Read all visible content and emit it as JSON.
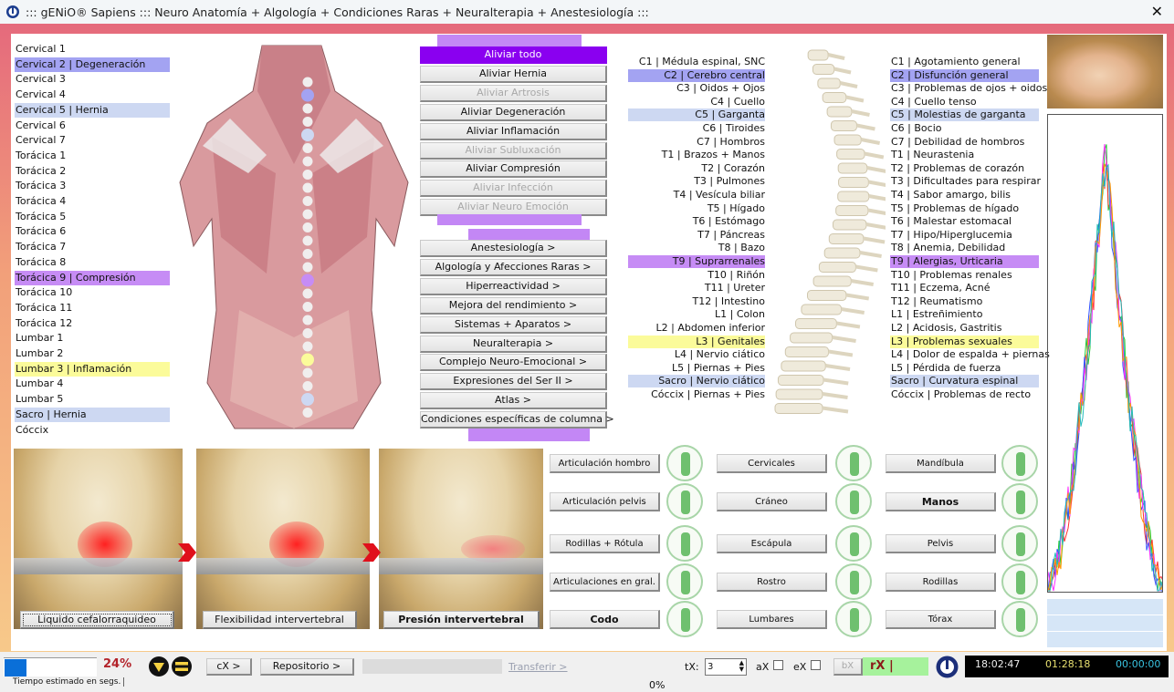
{
  "window": {
    "title": "::: gENiO® Sapiens ::: Neuro Anatomía + Algología + Condiciones Raras + Neuralterapia + Anestesiología :::",
    "close": "✕"
  },
  "colors": {
    "blue_purple": "#a3a3f2",
    "light_blue": "#cdd8f2",
    "purple": "#c68cf5",
    "yellow": "#fbfb9a",
    "accent": "#8a00f0"
  },
  "vertebrae": [
    {
      "label": "Cervical 1"
    },
    {
      "label": "Cervical 2 | Degeneración",
      "hl": "blue_purple"
    },
    {
      "label": "Cervical 3"
    },
    {
      "label": "Cervical 4"
    },
    {
      "label": "Cervical 5 | Hernia",
      "hl": "light_blue"
    },
    {
      "label": "Cervical 6"
    },
    {
      "label": "Cervical 7"
    },
    {
      "label": "Torácica 1"
    },
    {
      "label": "Torácica 2"
    },
    {
      "label": "Torácica 3"
    },
    {
      "label": "Torácica 4"
    },
    {
      "label": "Torácica 5"
    },
    {
      "label": "Torácica 6"
    },
    {
      "label": "Torácica 7"
    },
    {
      "label": "Torácica 8"
    },
    {
      "label": "Torácica 9 | Compresión",
      "hl": "purple"
    },
    {
      "label": "Torácica 10"
    },
    {
      "label": "Torácica 11"
    },
    {
      "label": "Torácica 12"
    },
    {
      "label": "Lumbar 1"
    },
    {
      "label": "Lumbar 2"
    },
    {
      "label": "Lumbar 3 | Inflamación",
      "hl": "yellow"
    },
    {
      "label": "Lumbar 4"
    },
    {
      "label": "Lumbar 5"
    },
    {
      "label": "Sacro | Hernia",
      "hl": "light_blue"
    },
    {
      "label": "Cóccix"
    }
  ],
  "relief_buttons": [
    {
      "label": "Aliviar todo",
      "state": "active"
    },
    {
      "label": "Aliviar Hernia"
    },
    {
      "label": "Aliviar Artrosis",
      "state": "disabled"
    },
    {
      "label": "Aliviar Degeneración"
    },
    {
      "label": "Aliviar Inflamación"
    },
    {
      "label": "Aliviar Subluxación",
      "state": "disabled"
    },
    {
      "label": "Aliviar Compresión"
    },
    {
      "label": "Aliviar Infección",
      "state": "disabled"
    },
    {
      "label": "Aliviar Neuro Emoción",
      "state": "disabled"
    }
  ],
  "category_buttons": [
    "Anestesiología >",
    "Algología y Afecciones Raras >",
    "Hiperreactividad >",
    "Mejora del rendimiento >",
    "Sistemas + Aparatos >",
    "Neuralterapia >",
    "Complejo Neuro-Emocional >",
    "Expresiones del Ser II >",
    "Atlas >",
    "Condiciones específicas de columna >"
  ],
  "organs": [
    {
      "label": "C1 | Médula espinal, SNC"
    },
    {
      "label": "C2 | Cerebro central",
      "hl": "blue_purple"
    },
    {
      "label": "C3 | Oidos + Ojos"
    },
    {
      "label": "C4 | Cuello"
    },
    {
      "label": "C5 | Garganta",
      "hl": "light_blue"
    },
    {
      "label": "C6 | Tiroides"
    },
    {
      "label": "C7 | Hombros"
    },
    {
      "label": "T1 | Brazos + Manos"
    },
    {
      "label": "T2 | Corazón"
    },
    {
      "label": "T3 | Pulmones"
    },
    {
      "label": "T4 | Vesícula biliar"
    },
    {
      "label": "T5 | Hígado"
    },
    {
      "label": "T6 | Estómago"
    },
    {
      "label": "T7 | Páncreas"
    },
    {
      "label": "T8 | Bazo"
    },
    {
      "label": "T9 | Suprarrenales",
      "hl": "purple"
    },
    {
      "label": "T10 | Riñón"
    },
    {
      "label": "T11 | Ureter"
    },
    {
      "label": "T12 | Intestino"
    },
    {
      "label": "L1 | Colon"
    },
    {
      "label": "L2 | Abdomen inferior"
    },
    {
      "label": "L3 | Genitales",
      "hl": "yellow"
    },
    {
      "label": "L4 | Nervio ciático"
    },
    {
      "label": "L5 | Piernas + Pies"
    },
    {
      "label": "Sacro | Nervio ciático",
      "hl": "light_blue"
    },
    {
      "label": "Cóccix | Piernas + Pies"
    }
  ],
  "symptoms": [
    {
      "label": "C1 | Agotamiento general"
    },
    {
      "label": "C2 | Disfunción general",
      "hl": "blue_purple"
    },
    {
      "label": "C3 | Problemas de ojos + oidos"
    },
    {
      "label": "C4 | Cuello tenso"
    },
    {
      "label": "C5 | Molestias de garganta",
      "hl": "light_blue"
    },
    {
      "label": "C6 | Bocio"
    },
    {
      "label": "C7 | Debilidad de hombros"
    },
    {
      "label": "T1 | Neurastenia"
    },
    {
      "label": "T2 | Problemas de corazón"
    },
    {
      "label": "T3 | Dificultades para respirar"
    },
    {
      "label": "T4 | Sabor amargo, bilis"
    },
    {
      "label": "T5 | Problemas de hígado"
    },
    {
      "label": "T6 | Malestar estomacal"
    },
    {
      "label": "T7 | Hipo/Hiperglucemia"
    },
    {
      "label": "T8 | Anemia, Debilidad"
    },
    {
      "label": "T9 | Alergias, Urticaria",
      "hl": "purple"
    },
    {
      "label": "T10 | Problemas renales"
    },
    {
      "label": "T11 | Eczema, Acné"
    },
    {
      "label": "T12 | Reumatismo"
    },
    {
      "label": "L1 | Estreñimiento"
    },
    {
      "label": "L2 | Acidosis, Gastritis"
    },
    {
      "label": "L3 | Problemas sexuales",
      "hl": "yellow"
    },
    {
      "label": "L4 | Dolor de espalda + piernas"
    },
    {
      "label": "L5 | Pérdida de fuerza"
    },
    {
      "label": "Sacro | Curvatura espinal",
      "hl": "light_blue"
    },
    {
      "label": "Cóccix | Problemas de recto"
    }
  ],
  "stage_buttons": [
    {
      "label": "Liquido cefalorraquideo"
    },
    {
      "label": "Flexibilidad intervertebral"
    },
    {
      "label": "Presión intervertebral",
      "bold": true
    }
  ],
  "joints": [
    [
      {
        "label": "Articulación hombro",
        "icon": "shoulder-icon"
      },
      {
        "label": "Cervicales",
        "icon": "cervical-spine-icon"
      },
      {
        "label": "Mandíbula",
        "icon": "jaw-icon"
      }
    ],
    [
      {
        "label": "Articulación pelvis",
        "icon": "hip-joint-icon"
      },
      {
        "label": "Cráneo",
        "icon": "skull-side-icon"
      },
      {
        "label": "Manos",
        "icon": "hand-icon",
        "bold": true
      }
    ],
    [
      {
        "label": "Rodillas + Rótula",
        "icon": "knee-icon"
      },
      {
        "label": "Escápula",
        "icon": "scapula-icon"
      },
      {
        "label": "Pelvis",
        "icon": "pelvis-icon"
      }
    ],
    [
      {
        "label": "Articulaciones en gral.",
        "icon": "joint-icon"
      },
      {
        "label": "Rostro",
        "icon": "skull-front-icon"
      },
      {
        "label": "Rodillas",
        "icon": "knees-icon"
      }
    ],
    [
      {
        "label": "Codo",
        "icon": "elbow-icon",
        "bold": true
      },
      {
        "label": "Lumbares",
        "icon": "lumbar-spine-icon"
      },
      {
        "label": "Tórax",
        "icon": "ribcage-icon"
      }
    ]
  ],
  "status": {
    "progress_percent": 24,
    "progress_label": "24%",
    "estimate_label": "Tiempo estimado en segs.",
    "cx_label": "cX >",
    "repo_label": "Repositorio >",
    "transfer_label": "Transferir >",
    "transfer_percent": "0%",
    "tx_label": "tX:",
    "tx_value": "3",
    "ax_label": "aX",
    "ex_label": "eX",
    "bx_label": "bX",
    "rx_label": "rX |",
    "clock1": "18:02:47",
    "clock2": "01:28:18",
    "clock3": "00:00:00"
  }
}
